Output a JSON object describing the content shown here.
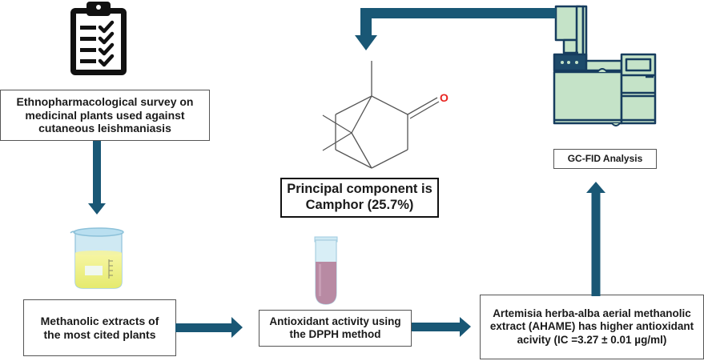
{
  "colors": {
    "arrow": "#195775",
    "arrow_outline": "#0f3e55",
    "instrument_fill": "#c5e3c8",
    "instrument_stroke": "#163c5e",
    "liquid_yellow": "#eef08a",
    "liquid_purple": "#b88aa3",
    "oxygen_red": "#e8231f"
  },
  "steps": {
    "survey": {
      "icon": "clipboard-checklist-icon",
      "label": "Ethnopharmacological survey on medicinal plants used against cutaneous leishmaniasis"
    },
    "extracts": {
      "icon": "beaker-icon",
      "label": "Methanolic extracts of the most cited plants"
    },
    "antioxidant": {
      "icon": "test-tube-icon",
      "label": "Antioxidant activity using the DPPH method"
    },
    "result": {
      "label": "Artemisia herba-alba aerial methanolic extract (AHAME) has higher antioxidant acivity (IC =3.27 ± 0.01 µg/ml)"
    },
    "gcfid": {
      "icon": "gas-chromatograph-icon",
      "label": "GC-FID Analysis"
    },
    "camphor": {
      "icon": "camphor-molecule-icon",
      "oxygen_label": "O",
      "label": "Principal component is Camphor (25.7%)"
    }
  }
}
